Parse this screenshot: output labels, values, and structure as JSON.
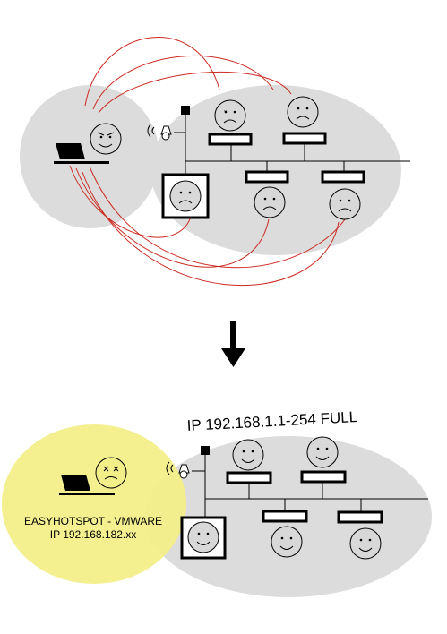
{
  "bottom": {
    "network_range_label": "IP 192.168.1.1-254 FULL",
    "hotspot_name": "EASYHOTSPOT - VMWARE",
    "hotspot_ip": "IP 192.168.182.xx"
  },
  "colors": {
    "lan_zone": "#dcdcdc",
    "hotspot_zone": "#f3ef88",
    "attack_lines": "#cc2a22",
    "ink": "#000000",
    "face_fill": "#d8d8d8"
  },
  "icons": {
    "top_attacker": "laptop-icon",
    "victims_top": "sad-face-icon",
    "victims_bottom": "smiley-face-icon",
    "bottom_attacker": "dead-face-icon",
    "access_point": "wifi-access-point-icon",
    "arrow": "down-arrow-icon"
  }
}
